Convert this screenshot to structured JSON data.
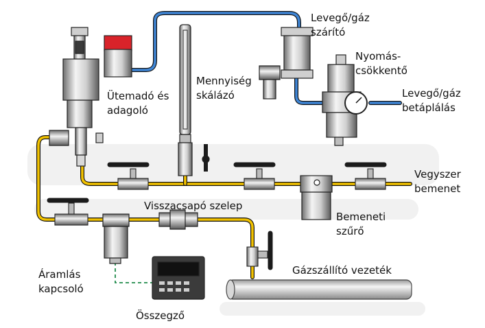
{
  "labels": {
    "dryer": [
      "Levegő/gáz",
      "szárító"
    ],
    "regulator": [
      "Nyomás-",
      "csökkentő"
    ],
    "air_inlet": [
      "Levegő/gáz",
      "betáplálás"
    ],
    "meter": [
      "Ütemadó és",
      "adagoló"
    ],
    "flowmeter": [
      "Mennyiség",
      "skálázó"
    ],
    "solvent_inlet": [
      "Vegyszer",
      "bemenet"
    ],
    "check_valve": "Visszacsapó szelep",
    "inlet_filter": [
      "Bemeneti",
      "szűrő"
    ],
    "flow_switch": [
      "Áramlás",
      "kapcsoló"
    ],
    "gas_line": "Gázszállító vezeték",
    "totalizer": "Összegző"
  },
  "colors": {
    "liquid_line": "#f2c200",
    "air_line": "#3f86d6",
    "signal_line": "#1e8b4a",
    "valve_handle": "#1b1b1b",
    "solenoid": "#d9232a"
  }
}
